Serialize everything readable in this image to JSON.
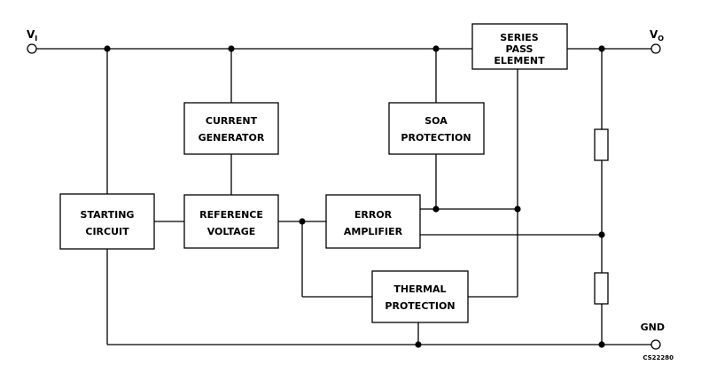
{
  "terminals": {
    "vi_main": "V",
    "vi_sub": "I",
    "vo_main": "V",
    "vo_sub": "O",
    "gnd": "GND"
  },
  "blocks": {
    "series_pass": [
      "SERIES",
      "PASS",
      "ELEMENT"
    ],
    "current_generator": [
      "CURRENT",
      "GENERATOR"
    ],
    "soa_protection": [
      "SOA",
      "PROTECTION"
    ],
    "starting_circuit": [
      "STARTING",
      "CIRCUIT"
    ],
    "reference_voltage": [
      "REFERENCE",
      "VOLTAGE"
    ],
    "error_amplifier": [
      "ERROR",
      "AMPLIFIER"
    ],
    "thermal_protection": [
      "THERMAL",
      "PROTECTION"
    ]
  },
  "drawing_code": "CS22280"
}
